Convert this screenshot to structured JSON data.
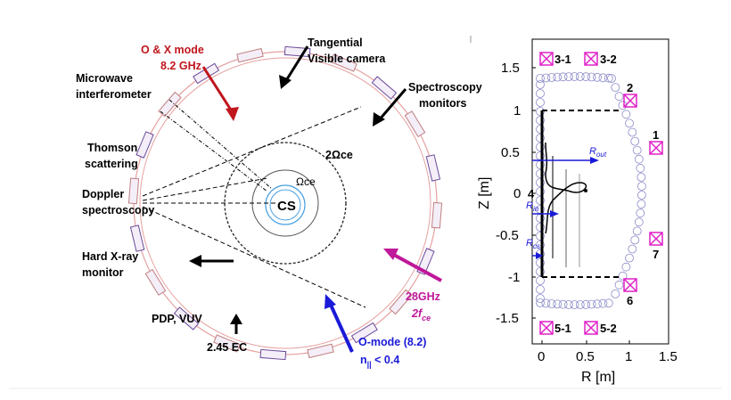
{
  "left_panel": {
    "labels": {
      "ox_mode": "O & X mode",
      "ox_freq": "8.2 GHz",
      "tangential": "Tangential",
      "visible_camera": "Visible camera",
      "microwave": "Microwave",
      "interferometer": "interferometer",
      "spectroscopy": "Spectroscopy",
      "monitors": "monitors",
      "thomson": "Thomson",
      "scattering": "scattering",
      "doppler": "Doppler",
      "doppler_spec": "spectroscopy",
      "hard_xray": "Hard X-ray",
      "hard_xray_monitor": "monitor",
      "pdp_vuv": "PDP, VUV",
      "ec": "2.45 EC",
      "ghz28": "28GHz",
      "fce": "2f",
      "fce_sub": "ce",
      "omode": "O-mode (8.2)",
      "npar": "n",
      "npar_sub": "||",
      "npar_rest": " < 0.4",
      "cs": "CS",
      "omega_ce": "Ωce",
      "two_omega_ce": "2Ωce"
    },
    "colors": {
      "ox": "#c0161d",
      "ghz28": "#c0189a",
      "omode": "#1a1ad8"
    }
  },
  "right_panel": {
    "xlabel": "R [m]",
    "ylabel": "Z [m]",
    "xticks": [
      "0",
      "0.5",
      "1",
      "1.5"
    ],
    "yticks": [
      "1.5",
      "1",
      "0.5",
      "0",
      "-0.5",
      "-1",
      "-1.5"
    ],
    "coils": [
      "3-1",
      "3-2",
      "2",
      "1",
      "7",
      "6",
      "5-1",
      "5-2"
    ],
    "region": "4",
    "r_out": "R",
    "r_out_sub": "out",
    "r_in": "R",
    "r_in_sub": "in",
    "r_cs": "R",
    "r_cs_sub": "cs",
    "colors": {
      "coil": "#e020c8",
      "vessel": "#8a8ac8",
      "arrow": "#1a1ad8"
    }
  }
}
